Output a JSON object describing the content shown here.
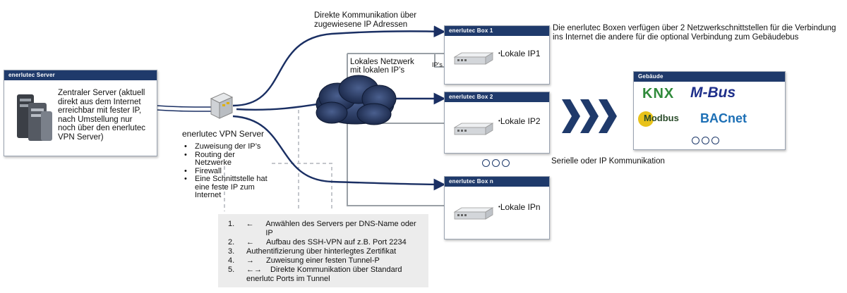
{
  "top_note": {
    "line1": "Direkte Kommunikation über",
    "line2": "zugewiesene IP Adressen"
  },
  "right_note": {
    "line1": "Die enerlutec Boxen verfügen über 2 Netzwerkschnittstellen für die Verbindung",
    "line2": "ins Internet die andere für die optional Verbindung zum Gebäudebus"
  },
  "server": {
    "header": "enerlutec Server",
    "lines": [
      "Zentraler Server (aktuell",
      "direkt aus dem Internet",
      "erreichbar mit fester IP,",
      "nach Umstellung nur",
      "noch über den enerlutec",
      "VPN Server)"
    ]
  },
  "vpn": {
    "label": "enerlutec VPN Server",
    "bullets": [
      "Zuweisung der IP’s",
      "Routing der Netzwerke",
      "Firewall",
      "Eine Schnittstelle hat eine feste IP zum Internet"
    ]
  },
  "lan": {
    "line1": "Lokales Netzwerk",
    "line2": "mit lokalen IP’s",
    "tag": "IP’s"
  },
  "boxes": [
    {
      "header": "enerlutec Box 1",
      "ip": "Lokale IP1"
    },
    {
      "header": "enerlutec Box 2",
      "ip": "Lokale IP2"
    },
    {
      "header": "enerlutec Box n",
      "ip": "Lokale IPn"
    }
  ],
  "serial_label": "Serielle oder IP Kommunikation",
  "building": {
    "header": "Gebäude",
    "logos": {
      "knx": "KNX",
      "mbus": "M-Bus",
      "modbus": "Modbus",
      "bacnet": "BACnet"
    }
  },
  "steps": [
    {
      "n": "1.",
      "arrow": "←",
      "text": "Anwählen des Servers per DNS-Name oder IP"
    },
    {
      "n": "2.",
      "arrow": "←",
      "text": "Aufbau des SSH-VPN auf z.B. Port 2234"
    },
    {
      "n": "3.",
      "arrow": "",
      "text": "Authentifizierung über hinterlegtes Zertifikat"
    },
    {
      "n": "4.",
      "arrow": "→",
      "text": "Zuweisung einer festen Tunnel-P"
    },
    {
      "n": "5.",
      "arrow": "←→",
      "text": "Direkte Kommunikation über Standard"
    },
    {
      "n": "",
      "arrow": "",
      "text": "enerlutc Ports im Tunnel"
    }
  ],
  "colors": {
    "navy": "#1f3a6b",
    "link": "#1a2f63",
    "grey_line": "#9aa0a6"
  }
}
